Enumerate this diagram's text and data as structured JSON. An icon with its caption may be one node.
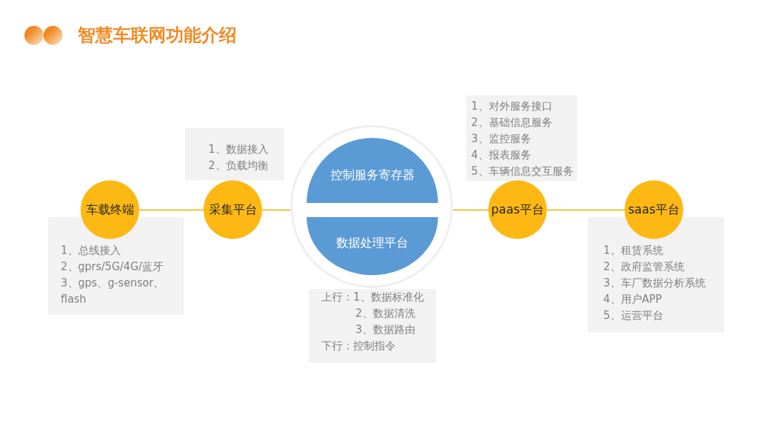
{
  "diagram": {
    "title": "智慧车联网功能介绍",
    "nodes": [
      {
        "text": [
          "车载终端"
        ]
      },
      {
        "text": [
          "1、总线接入",
          "2、gprs/5G/4G/蓝牙",
          "3、gps、g-sensor、flash"
        ]
      },
      {
        "text": [
          "1、数据接入",
          "2、负载均衡"
        ]
      },
      {
        "text": [
          "采集平台"
        ]
      },
      {
        "text": [],
        "shape": "circle"
      },
      {
        "text": [
          "控制服务寄存器"
        ],
        "in": 4
      },
      {
        "text": [
          "数据处理平台"
        ],
        "in": 4
      },
      {
        "text": [
          "上行：1、数据标准化",
          "2、数据清洗",
          "3、数据路由",
          "下行：控制指令"
        ]
      },
      {
        "text": [
          "1、对外服务接口",
          "2、基础信息服务",
          "3、监控服务",
          "4、报表服务",
          "5、车辆信息交互服务"
        ]
      },
      {
        "text": [
          "paas平台"
        ]
      },
      {
        "text": [
          "saas平台"
        ]
      },
      {
        "text": [
          "1、租赁系统",
          "2、政府监管系统",
          "3、车厂数据分析系统",
          "4、用户APP",
          "5、运营平台"
        ]
      }
    ],
    "edges": [
      {
        "from": 0,
        "to": 3,
        "arrow": "none"
      },
      {
        "from": 3,
        "to": 4,
        "arrow": "none"
      },
      {
        "from": 4,
        "to": 9,
        "arrow": "none"
      },
      {
        "from": 9,
        "to": 10,
        "arrow": "none"
      }
    ]
  }
}
